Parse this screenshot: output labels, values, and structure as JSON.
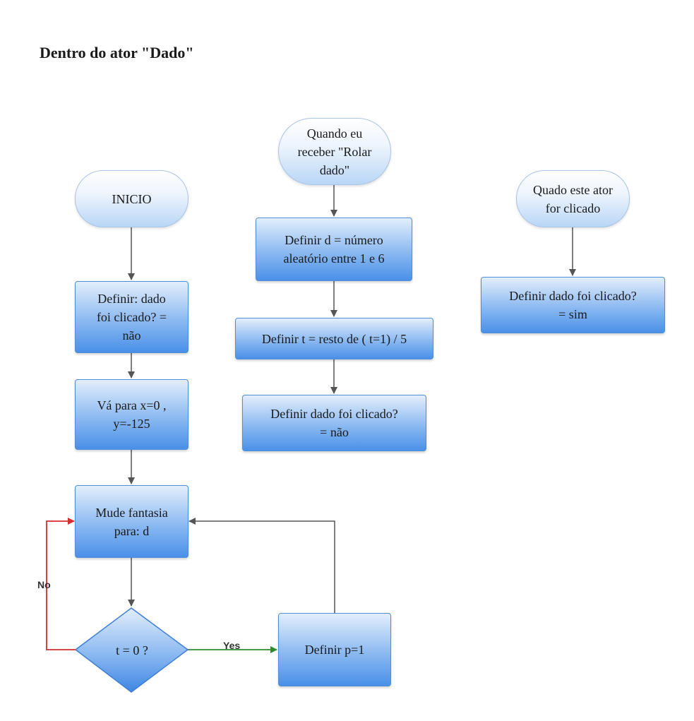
{
  "heading": "Dentro do ator \"Dado\"",
  "nodes": {
    "inicio": "INICIO",
    "definir_clicado_nao": "Definir: dado\nfoi clicado? =\nnão",
    "va_para": "Vá para x=0 ,\ny=-125",
    "mude_fantasia": "Mude fantasia\npara: d",
    "decisao": "t = 0 ?",
    "definir_p": "Definir p=1",
    "quando_receber": "Quando eu\nreceber \"Rolar\ndado\"",
    "definir_d": "Definir d = número\naleatório entre 1 e 6",
    "definir_t": "Definir t = resto de ( t=1) / 5",
    "definir_clicado_nao_2": "Definir dado foi clicado?\n= não",
    "quando_clicado": "Quado este ator\nfor clicado",
    "definir_clicado_sim": "Definir dado foi clicado?\n= sim"
  },
  "edge_labels": {
    "no": "No",
    "yes": "Yes"
  },
  "colors": {
    "arrow": "#555555",
    "no_branch": "#d32f2f",
    "yes_branch": "#2e8b2e",
    "box_border": "#4f8fd8",
    "box_fill_dark": "#4a90e8"
  }
}
